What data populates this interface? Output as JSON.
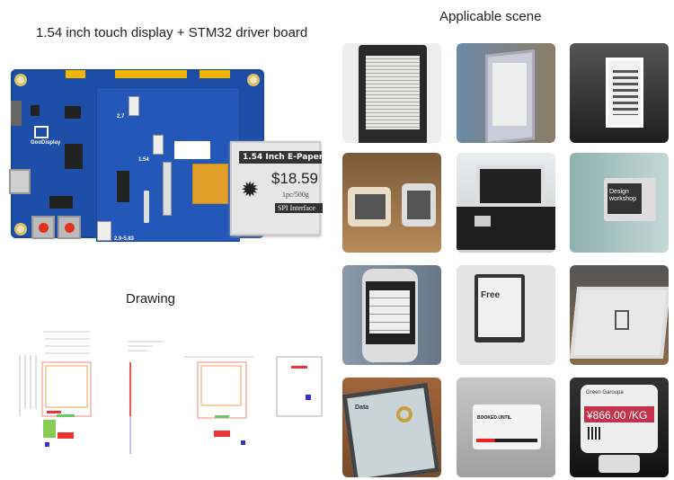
{
  "left": {
    "board_title": "1.54 inch touch display + STM32 driver board",
    "drawing_title": "Drawing",
    "board": {
      "brand": "GooDisplay",
      "labels": [
        "2.7",
        "1.54",
        "2.9-5.83"
      ],
      "epaper": {
        "title": "1.54 Inch E-Paper",
        "price": "$18.59",
        "unit": "1pc/500g",
        "interface": "SPI Interface"
      }
    }
  },
  "right": {
    "scene_title": "Applicable scene",
    "tiles": [
      {
        "name": "e-reader"
      },
      {
        "name": "bus-stop-sign"
      },
      {
        "name": "desk-stand-display"
      },
      {
        "name": "weather-station"
      },
      {
        "name": "printer-panel"
      },
      {
        "name": "meeting-room-sign",
        "text": "Design workshop"
      },
      {
        "name": "transit-info-display"
      },
      {
        "name": "wall-tablet",
        "text": "Free"
      },
      {
        "name": "large-tablet"
      },
      {
        "name": "note-tablet",
        "text": "Data"
      },
      {
        "name": "room-booking-label",
        "text": "BOOKED UNTIL"
      },
      {
        "name": "shelf-price-tag",
        "text": "Green Garoupa",
        "price": "¥866.00 /KG"
      }
    ]
  }
}
